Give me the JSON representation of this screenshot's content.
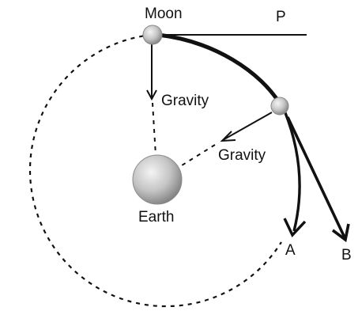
{
  "labels": {
    "moon": "Moon",
    "p": "P",
    "gravity_top": "Gravity",
    "gravity_mid": "Gravity",
    "earth": "Earth",
    "a": "A",
    "b": "B"
  },
  "colors": {
    "ink": "#111111",
    "sphere_light": "#f2f2f2",
    "sphere_dark": "#8a8a8a"
  }
}
